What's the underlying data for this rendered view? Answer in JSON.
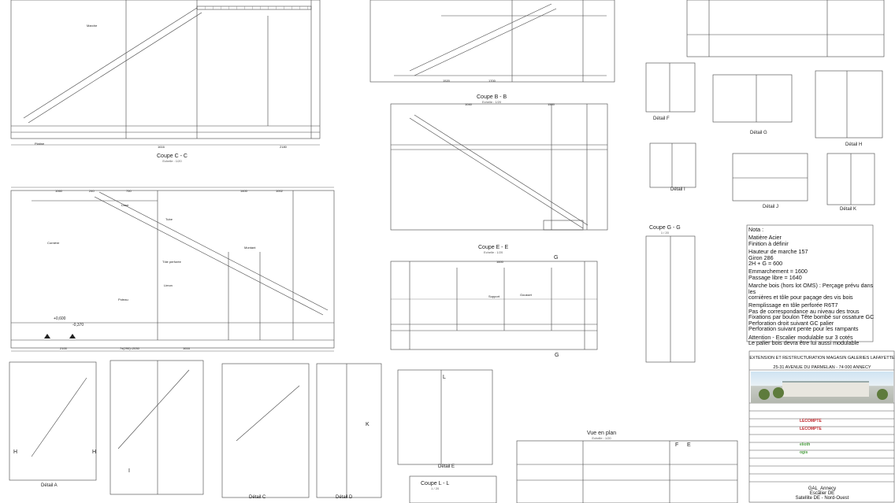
{
  "sections": {
    "cc": {
      "title": "Coupe C - C",
      "scale": "Echelle : 1/20"
    },
    "bb": {
      "title": "Coupe B - B",
      "scale": "Echelle : 1/20"
    },
    "ee": {
      "title": "Coupe E - E",
      "scale": "Echelle : 1/20"
    },
    "gg": {
      "title": "Coupe G - G",
      "scale": "1 / 20"
    },
    "ll": {
      "title": "Coupe L - L",
      "scale": "1 / 20"
    },
    "plan": {
      "title": "Vue en plan",
      "scale": "Echelle : 1/20"
    }
  },
  "details": {
    "a": "Détail A",
    "c": "Détail C",
    "d": "Détail D",
    "e": "Détail E",
    "f": "Détail F",
    "g": "Détail G",
    "h": "Détail H",
    "i": "Détail I",
    "j": "Détail J",
    "k": "Détail K"
  },
  "levels": {
    "l1": "+0,600",
    "l2": "-0,370"
  },
  "dims": [
    "1060",
    "240",
    "750",
    "1616",
    "1400",
    "1002",
    "2100",
    "7x(290)=2030",
    "2180",
    "1040",
    "1500",
    "1600",
    "1616",
    "1520",
    "1700"
  ],
  "labels": [
    "Marche",
    "Limon",
    "Cornière",
    "Tôle perforée",
    "Platine",
    "Gousset",
    "Poteau",
    "Montant",
    "Lisse",
    "Support",
    "Tube"
  ],
  "markers": {
    "g_top": "G",
    "g_bottom": "G",
    "e": "E",
    "f": "F",
    "h1": "H",
    "h2": "H",
    "i": "I",
    "k": "K",
    "l": "L"
  },
  "nota": {
    "head": "Nota :",
    "p1": [
      "Matière Acier",
      "Finition à définir"
    ],
    "p2": [
      "Hauteur de marche 157",
      "Giron 286",
      "2H + G = 600"
    ],
    "p3": [
      "Emmarchement = 1600",
      "Passage libre = 1640"
    ],
    "p4": [
      "Marche bois (hors lot OMS) : Perçage prévu dans les",
      "cornières et tôle pour paçage des vis bois"
    ],
    "p5": [
      "Remplissage en tôle perforée R6T7",
      "Pas de correspondance au niveau des trous",
      "Fixations par boulon Tête bombé sur ossature GC",
      "Perforation droit suivant GC palier",
      "Perforation suivant pente pour les rampants"
    ],
    "p6": [
      "Attention - Escalier modulable sur 3 cotés",
      "Le palier bois devra être lui aussi modulable"
    ]
  },
  "titleblock": {
    "line1": "EXTENSION ET RESTRUCTURATION MAGASIN GALERIES LAFAYETTE",
    "line2": "25-31 AVENUE DU PARMELAN - 74 000 ANNECY",
    "brands": [
      "LECOMPTE",
      "LECOMPTE",
      "elioth",
      "ogis"
    ],
    "project": [
      "GAL_Annecy",
      "Escalier DE",
      "Satellite DE - Nord-Ouest"
    ]
  },
  "colors": {
    "ink": "#333333",
    "grid": "#8a8a8a",
    "accent_red": "#c0282d",
    "accent_green": "#4a9d3f"
  }
}
